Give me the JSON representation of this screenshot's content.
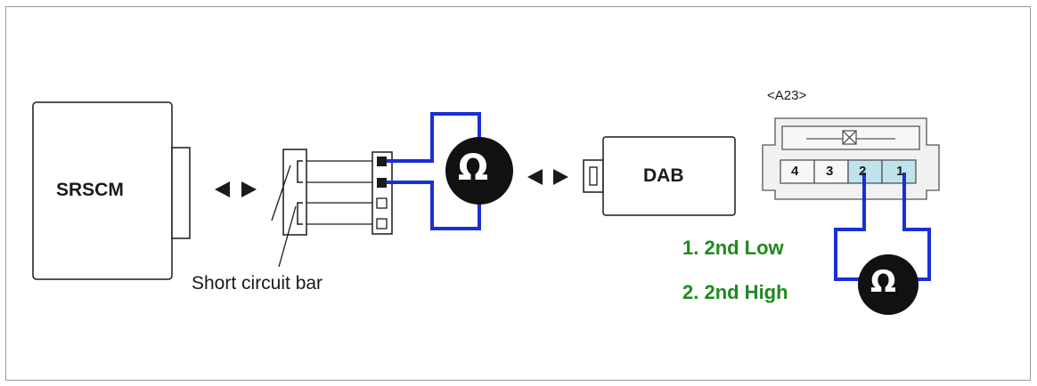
{
  "diagram": {
    "srscm_label": "SRSCM",
    "dab_label": "DAB",
    "short_circuit_bar_label": "Short circuit bar",
    "connector_id": "<A23>",
    "connector_pins": [
      "4",
      "3",
      "2",
      "1"
    ],
    "meter_symbol": "Ω",
    "steps": [
      "1. 2nd Low",
      "2. 2nd High"
    ],
    "colors": {
      "wire": "#1a2fd6",
      "step_text": "#1e8a1e",
      "highlight_pin": "#bfe3ea",
      "connector_fill": "#f1f1f1",
      "line": "#1a1a1a"
    }
  }
}
